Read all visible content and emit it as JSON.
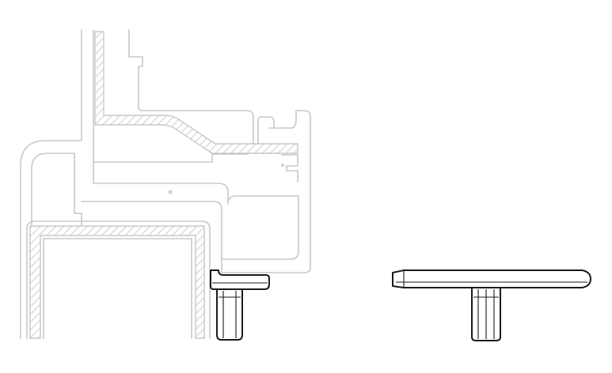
{
  "drawing": {
    "background": "#ffffff",
    "ghost_stroke": "#c8c8c8",
    "ink_stroke": "#1a1a1a",
    "parts": [
      {
        "name": "window-profile-section",
        "style": "ghost",
        "hatched": true
      },
      {
        "name": "rectangular-tube-section",
        "style": "ghost",
        "hatched": true
      },
      {
        "name": "end-cap-side-view",
        "style": "ink"
      },
      {
        "name": "end-cap-front-view",
        "style": "ink"
      }
    ]
  }
}
